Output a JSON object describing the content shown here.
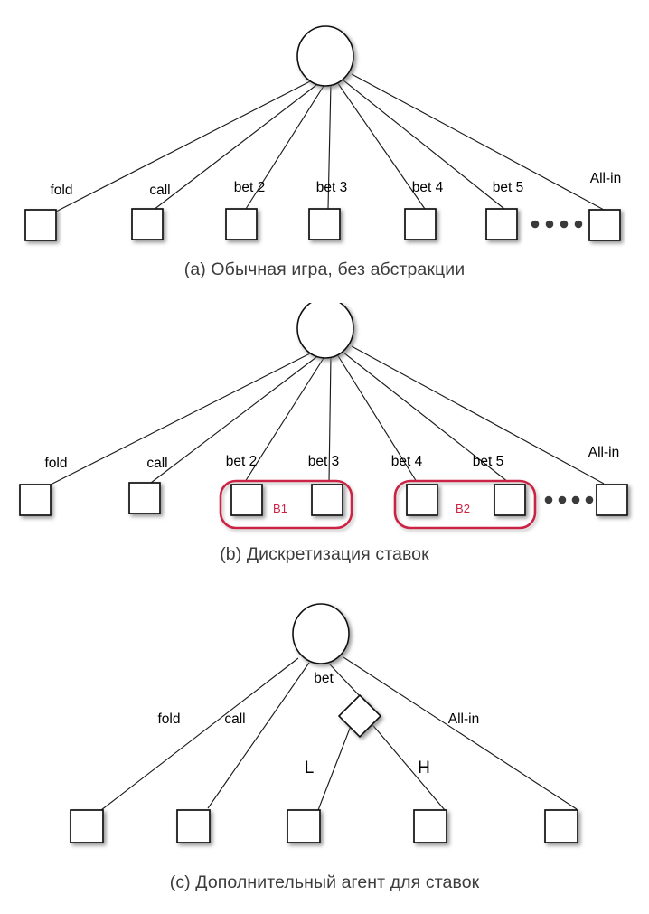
{
  "figure": {
    "title": "Action abstraction in poker game trees",
    "background_color": "#ffffff",
    "line_color": "#1a1a1a",
    "node_fill": "#ffffff",
    "node_stroke": "#111111",
    "group_color": "#cc2244",
    "caption_color": "#3c3c3c",
    "dot_color": "#3a3a3a"
  },
  "panels": [
    {
      "id": "a",
      "caption": "(a) Обычная игра, без абстракции",
      "root_node": "decision-circle",
      "edges": [
        {
          "label": "fold"
        },
        {
          "label": "call"
        },
        {
          "label": "bet 2"
        },
        {
          "label": "bet 3"
        },
        {
          "label": "bet 4"
        },
        {
          "label": "bet 5"
        },
        {
          "label": "All-in"
        }
      ],
      "leaf_count": 7,
      "ellipsis_dots": 4,
      "groups": []
    },
    {
      "id": "b",
      "caption": "(b) Дискретизация ставок",
      "root_node": "decision-circle",
      "edges": [
        {
          "label": "fold"
        },
        {
          "label": "call"
        },
        {
          "label": "bet 2"
        },
        {
          "label": "bet 3"
        },
        {
          "label": "bet 4"
        },
        {
          "label": "bet 5"
        },
        {
          "label": "All-in"
        }
      ],
      "leaf_count": 7,
      "ellipsis_dots": 4,
      "groups": [
        {
          "label": "B1",
          "color": "#cc2244"
        },
        {
          "label": "B2",
          "color": "#cc2244"
        }
      ]
    },
    {
      "id": "c",
      "caption": "(c) Дополнительный агент для ставок",
      "root_node": "decision-circle",
      "chance_node": "decision-diamond",
      "edges": [
        {
          "label": "fold"
        },
        {
          "label": "call"
        },
        {
          "label": "bet"
        },
        {
          "label": "All-in"
        }
      ],
      "sub_edges": [
        {
          "label": "L"
        },
        {
          "label": "H"
        }
      ],
      "leaf_count": 5,
      "ellipsis_dots": 0,
      "groups": []
    }
  ],
  "labels": {
    "a": {
      "e0": "fold",
      "e1": "call",
      "e2": "bet 2",
      "e3": "bet 3",
      "e4": "bet 4",
      "e5": "bet 5",
      "e6": "All-in"
    },
    "b": {
      "e0": "fold",
      "e1": "call",
      "e2": "bet 2",
      "e3": "bet 3",
      "e4": "bet 4",
      "e5": "bet 5",
      "e6": "All-in",
      "g0": "B1",
      "g1": "B2"
    },
    "c": {
      "e0": "fold",
      "e1": "call",
      "e2": "bet",
      "e3": "All-in",
      "s0": "L",
      "s1": "H"
    }
  },
  "captions": {
    "a": "(a) Обычная игра, без абстракции",
    "b": "(b) Дискретизация ставок",
    "c": "(c) Дополнительный агент для ставок"
  }
}
